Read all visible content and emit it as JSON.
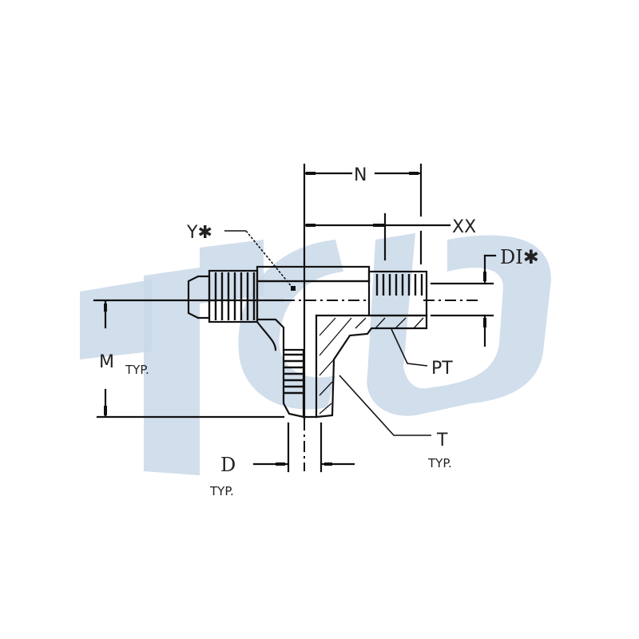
{
  "drawing": {
    "subject": "tee fitting, male flare x male pipe thread",
    "watermark": {
      "text": "Topa",
      "color": "#c9d8e8"
    },
    "line_color": "#111111",
    "background": "#ffffff"
  },
  "labels": {
    "n": "N",
    "xx": "XX",
    "y": "Y✱",
    "di": "DI✱",
    "m": "M",
    "m_typ": "TYP.",
    "pt": "PT",
    "t": "T",
    "t_typ": "TYP.",
    "d": "D",
    "d_typ": "TYP."
  }
}
